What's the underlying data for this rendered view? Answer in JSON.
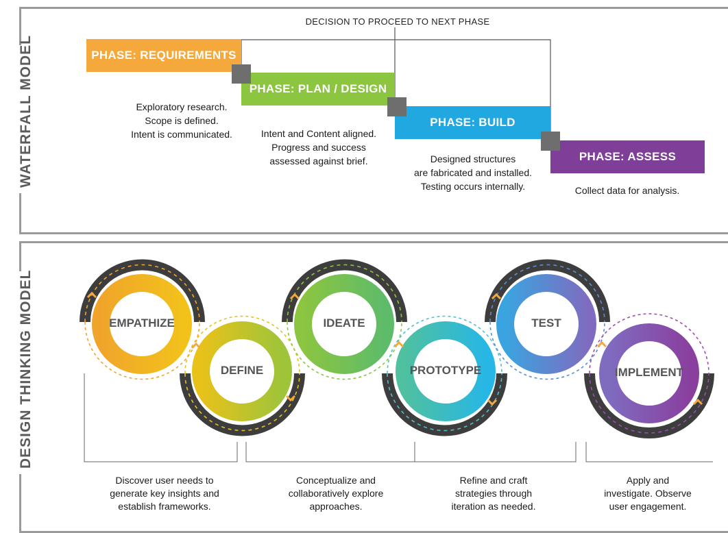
{
  "waterfall": {
    "title": "WATERFALL MODEL",
    "top_caption": "DECISION TO PROCEED TO NEXT PHASE",
    "phases": [
      {
        "label": "PHASE: REQUIREMENTS",
        "color": "#f5a93c",
        "desc": [
          "Exploratory research.",
          "Scope is defined.",
          "Intent is communicated."
        ]
      },
      {
        "label": "PHASE: PLAN / DESIGN",
        "color": "#8cc540",
        "desc": [
          "Intent and Content aligned.",
          "Progress and success",
          "assessed against brief."
        ]
      },
      {
        "label": "PHASE: BUILD",
        "color": "#22a8e0",
        "desc": [
          "Designed structures",
          "are fabricated and installed.",
          "Testing occurs internally."
        ]
      },
      {
        "label": "PHASE: ASSESS",
        "color": "#7f3f98",
        "desc": [
          "Collect data for analysis."
        ]
      }
    ]
  },
  "design_thinking": {
    "title": "DESIGN THINKING MODEL",
    "stages": [
      {
        "label": "EMPATHIZE",
        "color_a": "#f0a52a",
        "color_b": "#f2c21b"
      },
      {
        "label": "DEFINE",
        "color_a": "#e8c21a",
        "color_b": "#9ec43a"
      },
      {
        "label": "IDEATE",
        "color_a": "#8cc540",
        "color_b": "#5dbb6a"
      },
      {
        "label": "PROTOTYPE",
        "color_a": "#4fc0a0",
        "color_b": "#27b7e6"
      },
      {
        "label": "TEST",
        "color_a": "#3aa4e0",
        "color_b": "#7f6cc0"
      },
      {
        "label": "IMPLEMENT",
        "color_a": "#7f6cc0",
        "color_b": "#8a3f9e"
      }
    ],
    "descriptions": [
      [
        "Discover user needs to",
        "generate key insights and",
        "establish frameworks."
      ],
      [
        "Conceptualize and",
        "collaboratively explore",
        "approaches."
      ],
      [
        "Refine and craft",
        "strategies through",
        "iteration as needed."
      ],
      [
        "Apply and",
        "investigate. Observe",
        "user engagement."
      ]
    ]
  }
}
